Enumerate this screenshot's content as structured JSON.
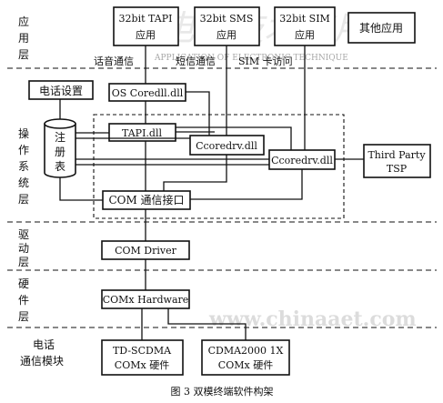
{
  "layers": {
    "app": "应用层",
    "os": "操作系统层",
    "driver": "驱动层",
    "hw": "硬件层",
    "module": "电话通信模块"
  },
  "boxes": {
    "tapi_app_l1": "32bit TAPI",
    "tapi_app_l2": "应用",
    "sms_app_l1": "32bit SMS",
    "sms_app_l2": "应用",
    "sim_app_l1": "32bit SIM",
    "sim_app_l2": "应用",
    "other_app": "其他应用",
    "phone_settings": "电话设置",
    "os_coredll": "OS Coredll.dll",
    "tapi_dll": "TAPI.dll",
    "ccoredrv_1": "Ccoredrv.dll",
    "ccoredrv_2": "Ccoredrv.dll",
    "third_party_l1": "Third Party",
    "third_party_l2": "TSP",
    "registry_l1": "注",
    "registry_l2": "册",
    "registry_l3": "表",
    "com_interface": "COM 通信接口",
    "com_driver": "COM Driver",
    "comx_hardware": "COMx Hardware",
    "tdscdma_l1": "TD-SCDMA",
    "tdscdma_l2": "COMx 硬件",
    "cdma_l1": "CDMA2000 1X",
    "cdma_l2": "COMx 硬件"
  },
  "annotations": {
    "voice": "话音通信",
    "sms": "短信通信",
    "sim": "SIM 卡访问"
  },
  "caption": "图 3   双模终端软件构架",
  "watermarks": {
    "journal": "APPLICATION OF ELECTRONIC TECHNIQUE",
    "site": "www.chinaaet.com"
  }
}
